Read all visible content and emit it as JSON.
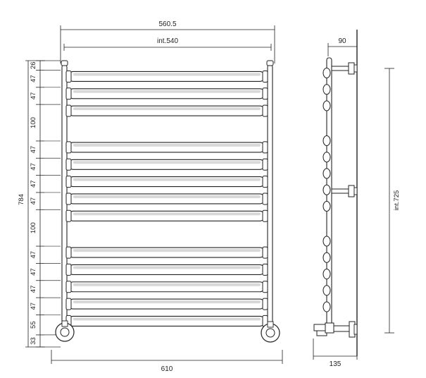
{
  "front": {
    "width_top": "560.5",
    "interaxis": "int.540",
    "total_height": "784",
    "bottom_width": "610",
    "spacings": [
      "26",
      "47",
      "47",
      "100",
      "47",
      "47",
      "47",
      "47",
      "100",
      "47",
      "47",
      "47",
      "47",
      "55",
      "33"
    ]
  },
  "side": {
    "depth_top": "90",
    "depth_bottom": "135",
    "interaxis_height": "int.725"
  },
  "colors": {
    "line": "#222222",
    "shade": "#d8d8d8",
    "background": "#ffffff"
  }
}
